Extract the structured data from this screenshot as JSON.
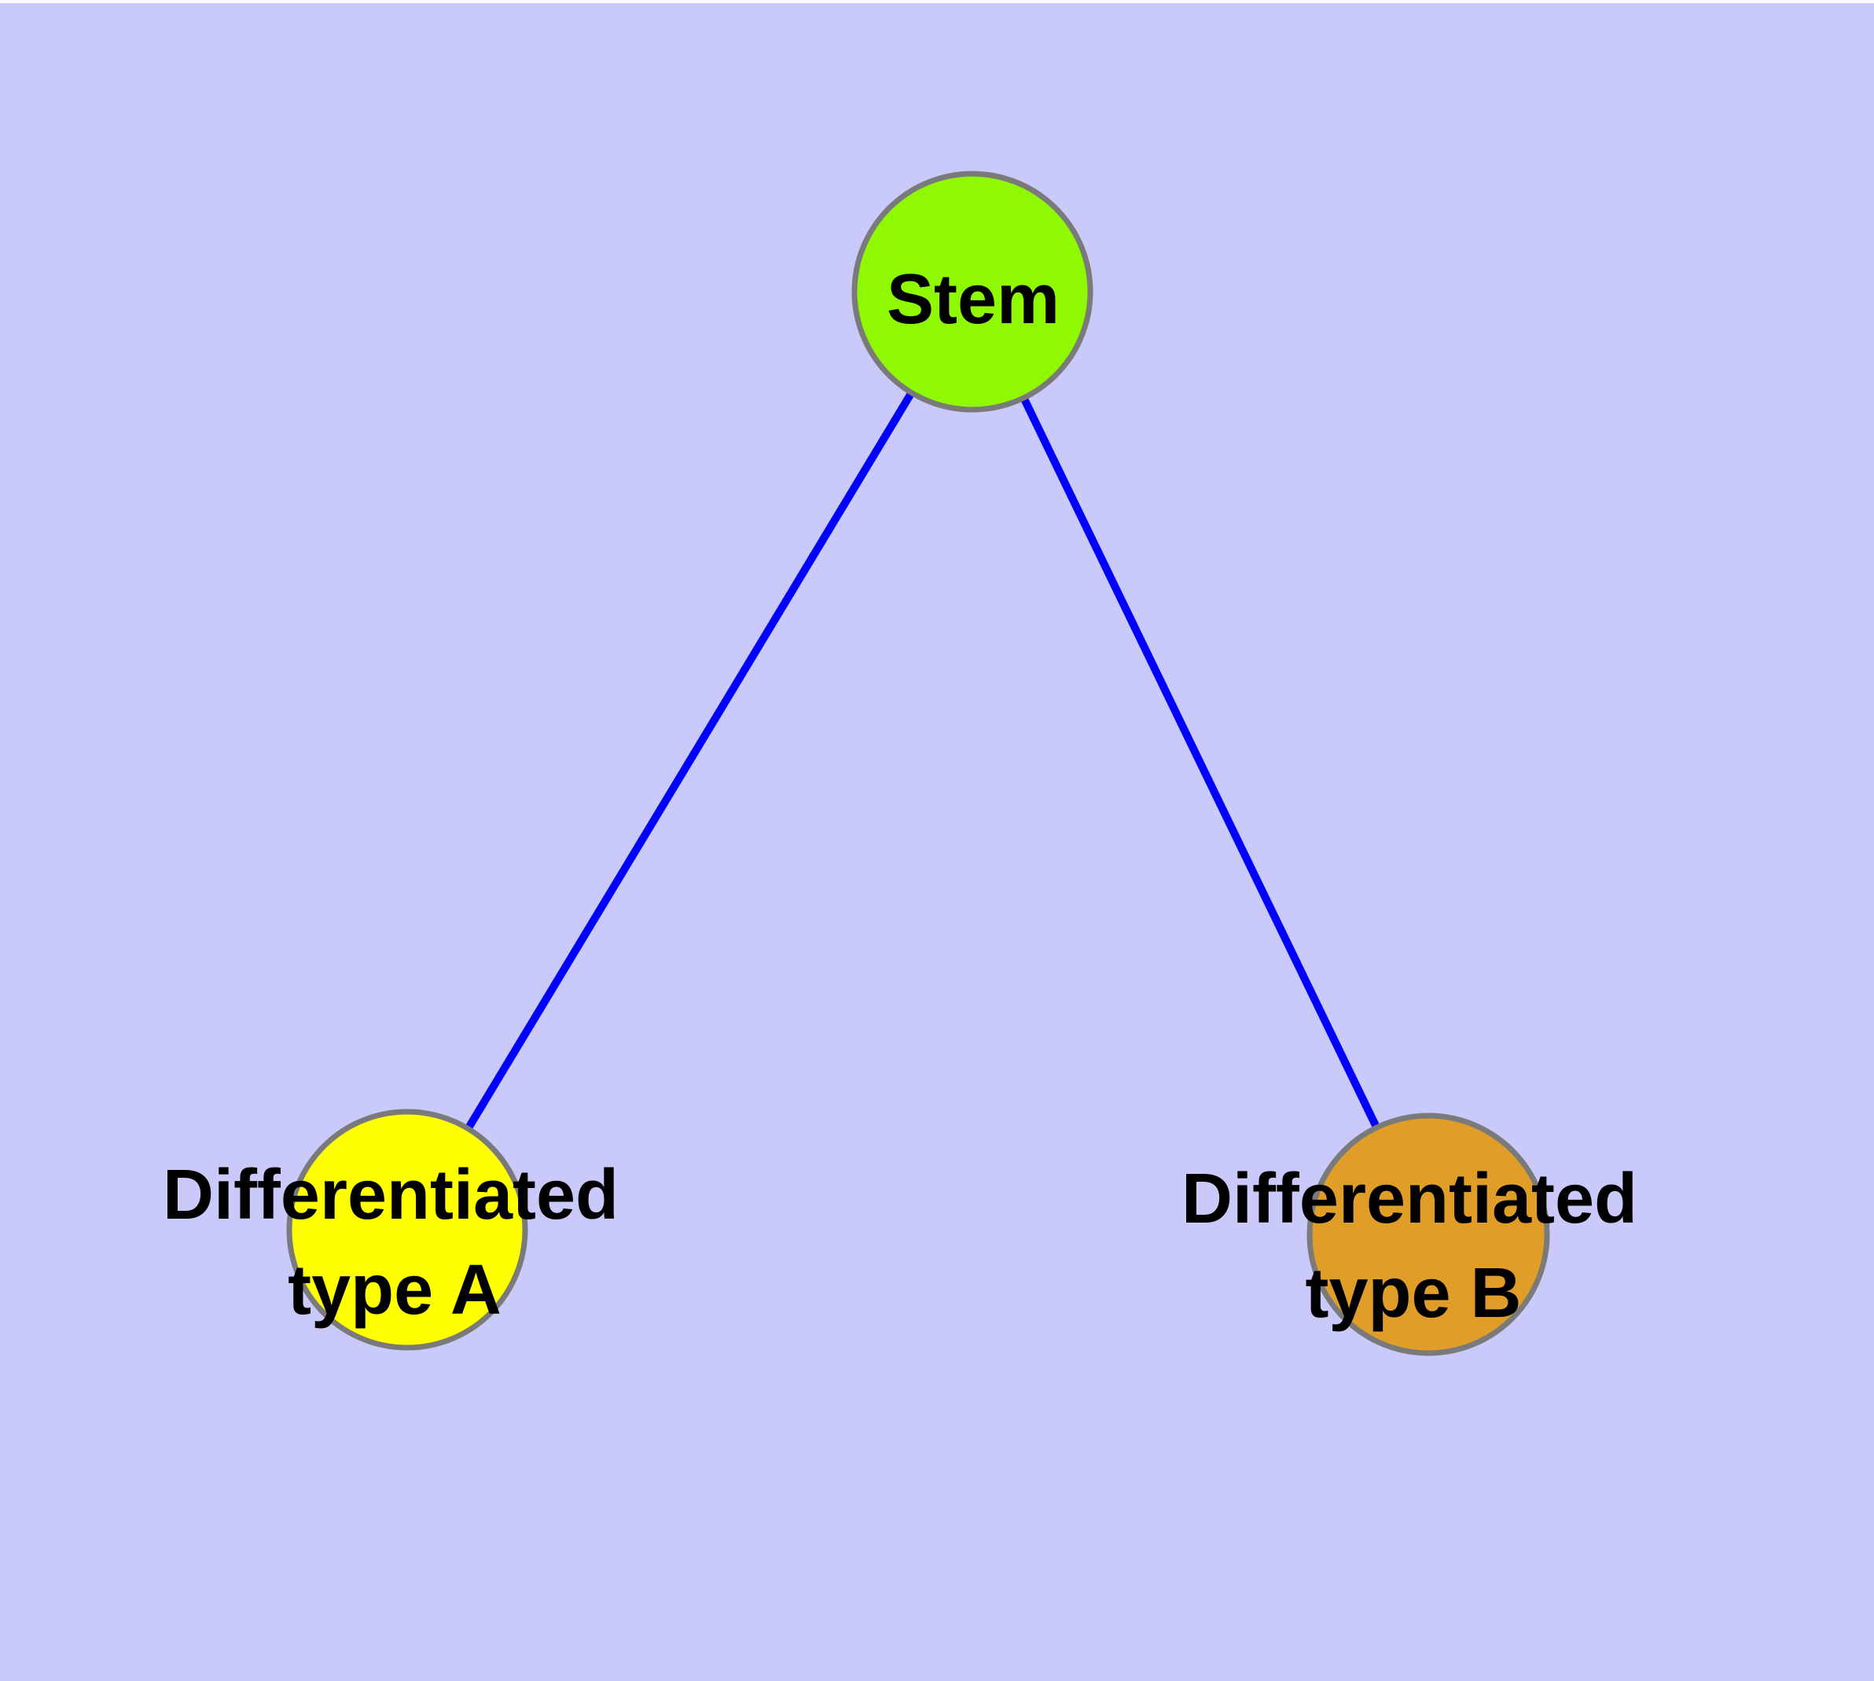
{
  "figure": {
    "type": "graph-diagram",
    "description": "Tree diagram of a stem cell differentiating into two cell types: a root Stem node linked by two straight edges to Differentiated type A and Differentiated type B nodes"
  },
  "colors": {
    "background": "#C9C9FA",
    "top_edge_strip": "#FFFFFF",
    "edge_line": "#0000FF",
    "node_outline": "#7A7A7A",
    "label_text": "#000000"
  },
  "nodes": {
    "stem": {
      "label": "Stem",
      "fill": "#8EF900"
    },
    "type_a": {
      "label_line1": "Differentiated",
      "label_line2": "type A",
      "fill": "#FFFF00"
    },
    "type_b": {
      "label_line1": "Differentiated",
      "label_line2": "type B",
      "fill": "#E09E28"
    }
  },
  "edges": [
    {
      "from": "Stem",
      "to": "Differentiated type A"
    },
    {
      "from": "Stem",
      "to": "Differentiated type B"
    }
  ]
}
